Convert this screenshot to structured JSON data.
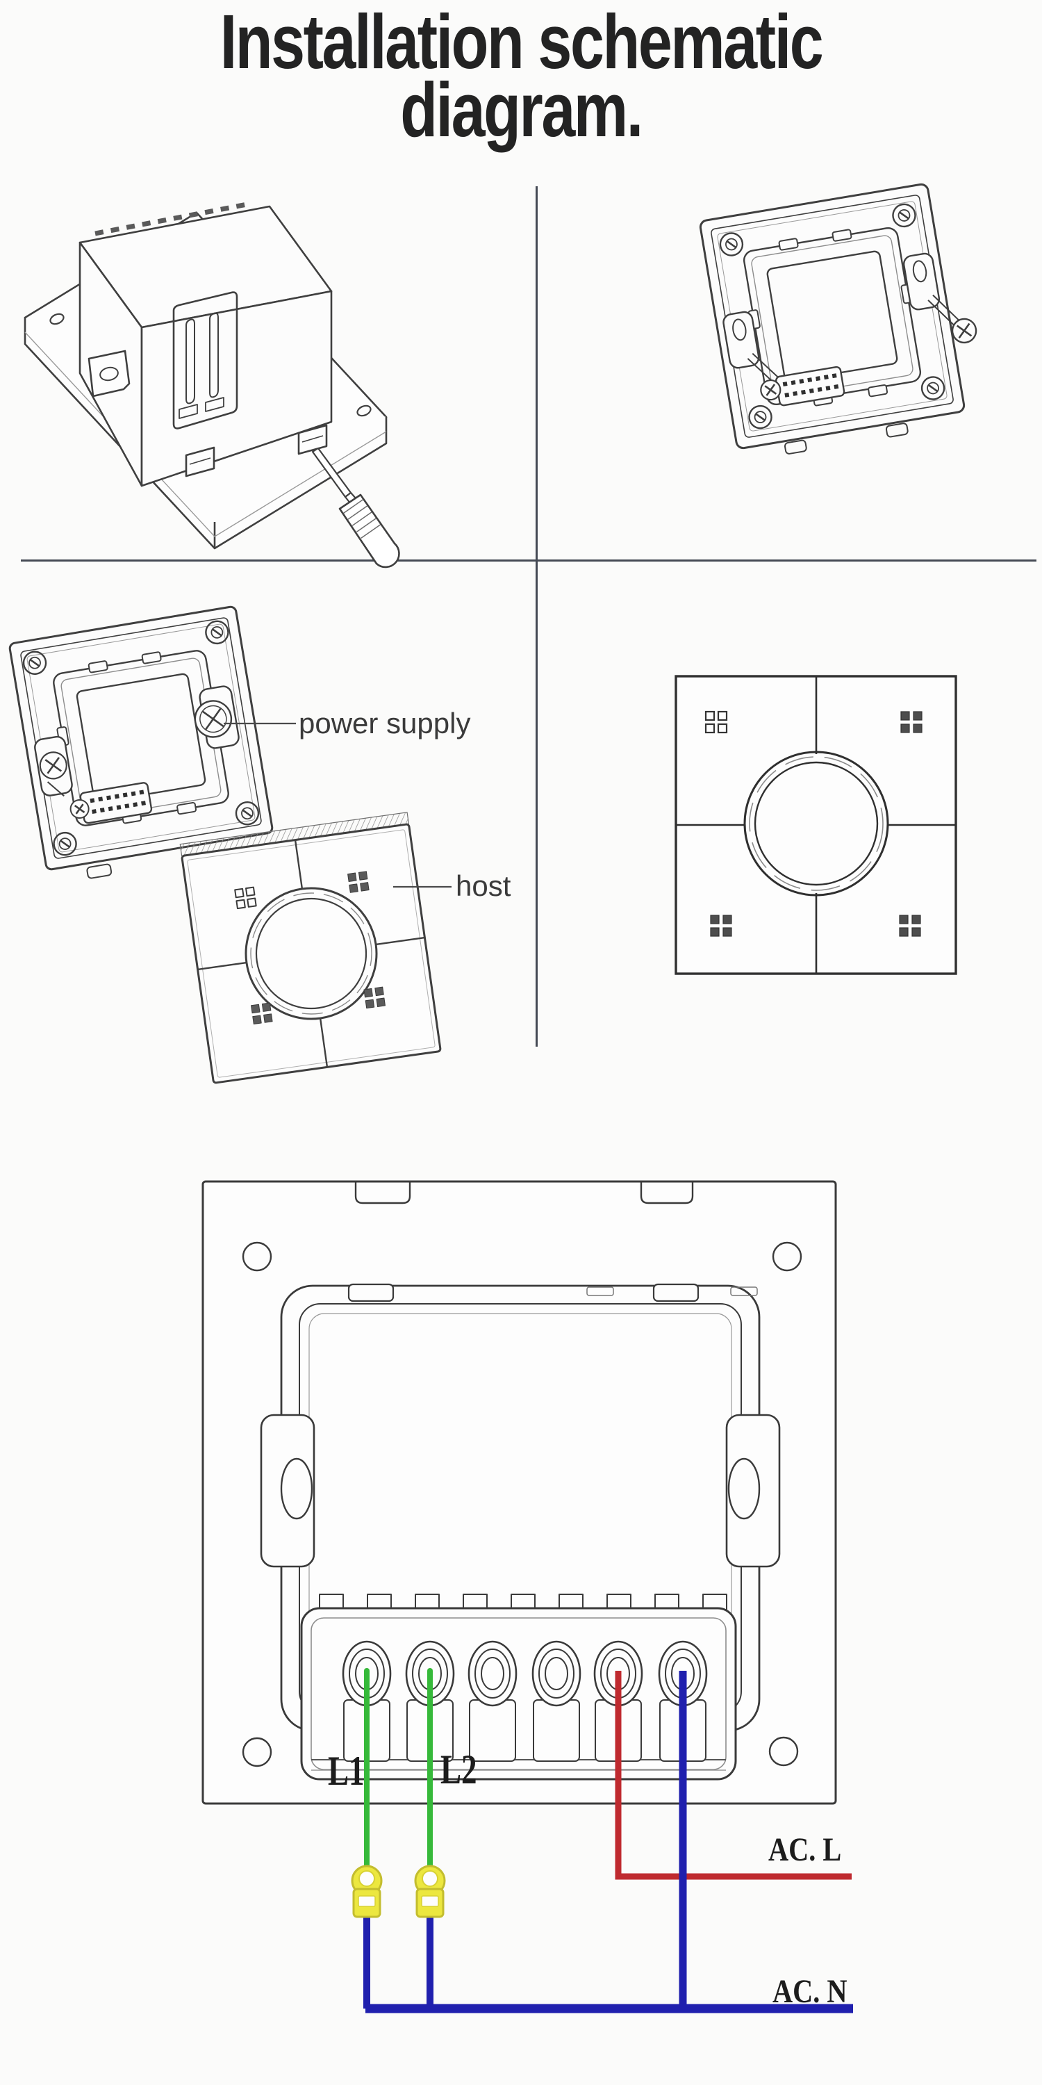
{
  "title": {
    "line1": "Installation schematic",
    "line2": "diagram."
  },
  "callouts": {
    "power_supply": "power supply",
    "host": "host"
  },
  "wiring_diagram": {
    "terminals": [
      "L1",
      "L2"
    ],
    "terminal_count": 6,
    "ac_live_label": "AC. L",
    "ac_neutral_label": "AC. N",
    "colors": {
      "load_wire_green": "#36b93a",
      "live_wire_red": "#bf2a2f",
      "neutral_wire_blue": "#2020ae",
      "crimp_connector_yellow": "#ece73f",
      "line_art": "#3a3a3a"
    }
  },
  "figures": {
    "top_left": "module-rear-with-screwdriver",
    "top_right": "mounting-frame-rear",
    "middle_left": "power-supply-and-host-exploded",
    "middle_right": "host-front-panel",
    "bottom": "wiring-diagram"
  }
}
